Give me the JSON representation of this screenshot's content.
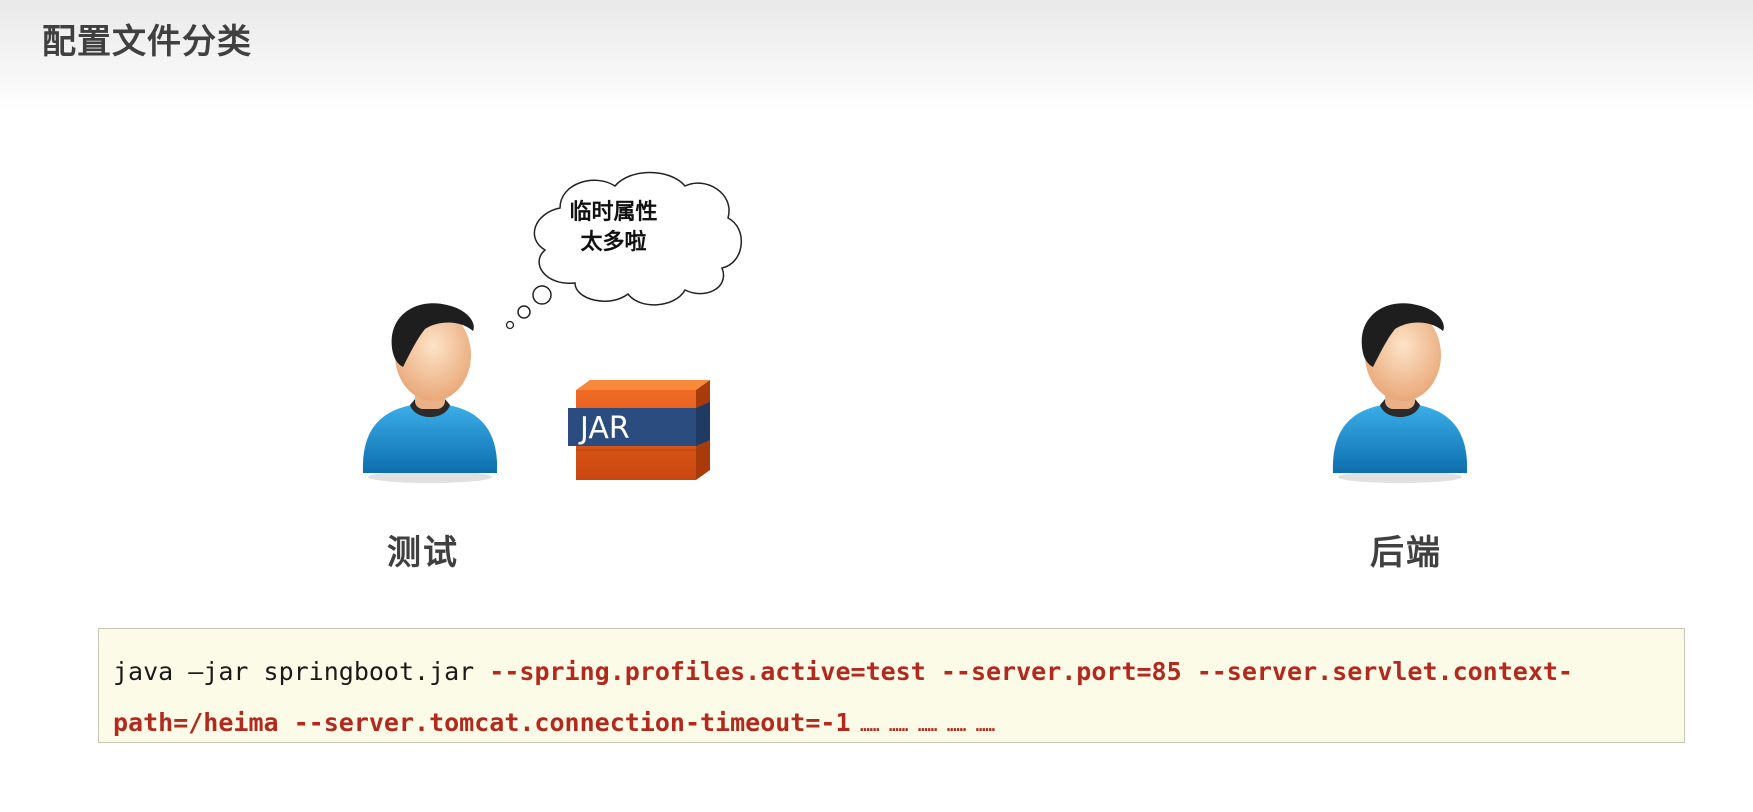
{
  "header": {
    "title": "配置文件分类"
  },
  "thought_bubble": {
    "line1": "临时属性",
    "line2": "太多啦"
  },
  "jar_icon": {
    "label": "JAR"
  },
  "roles": {
    "left": "测试",
    "right": "后端"
  },
  "command": {
    "prefix": "java –jar springboot.jar ",
    "line1_red": "--spring.profiles.active=test --server.port=85 --server.servlet.context-",
    "line2_red": "path=/heima --server.tomcat.connection-timeout=-1",
    "ellipsis": " …… …… …… …… ……"
  },
  "colors": {
    "accent_red": "#b22a1e",
    "command_bg": "#fcfbe8",
    "shirt_blue": "#1d8fd0",
    "jar_orange": "#e25a1c",
    "jar_band": "#1f3a63"
  }
}
